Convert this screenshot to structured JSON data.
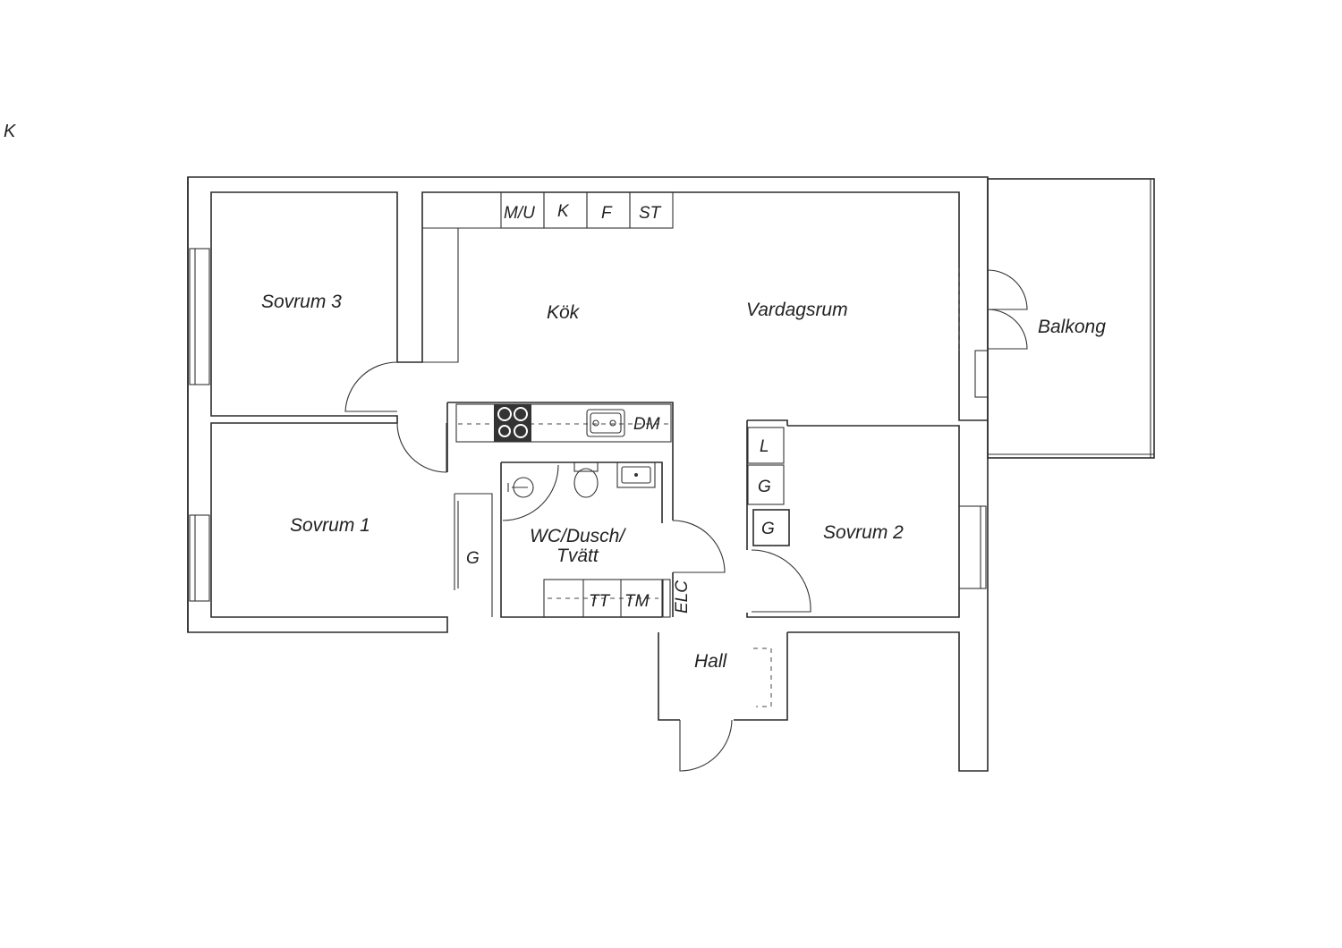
{
  "corner_mark": "K",
  "rooms": {
    "sovrum3": "Sovrum 3",
    "sovrum1": "Sovrum 1",
    "kok": "Kök",
    "vardagsrum": "Vardagsrum",
    "balkong": "Balkong",
    "wc": [
      "WC/Dusch/",
      "Tvätt"
    ],
    "sovrum2": "Sovrum 2",
    "hall": "Hall"
  },
  "fixtures": {
    "mu": "M/U",
    "k": "K",
    "f": "F",
    "st": "ST",
    "dm": "DM",
    "tt": "TT",
    "tm": "TM",
    "elc": "ELC",
    "g_sovrum1": "G",
    "l_sovrum2": "L",
    "g_sovrum2_a": "G",
    "g_sovrum2_b": "G"
  }
}
